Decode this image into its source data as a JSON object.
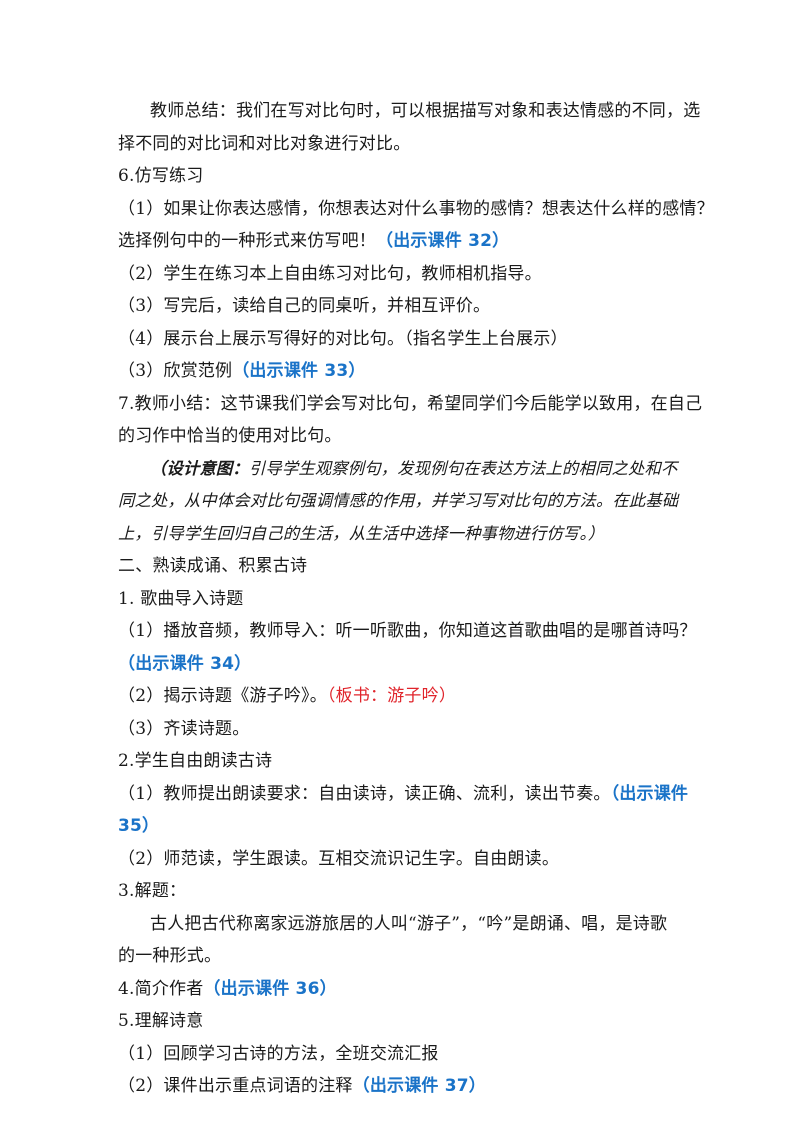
{
  "lines": {
    "l1": "教师总结：我们在写对比句时，可以根据描写对象和表达情感的不同，选",
    "l2": "择不同的对比词和对比对象进行对比。",
    "l3": "6.仿写练习",
    "l4": "（1）如果让你表达感情，你想表达对什么事物的感情？想表达什么样的感情？",
    "l5a": "选择例句中的一种形式来仿写吧！",
    "l5b": "（出示课件 32）",
    "l6": "（2）学生在练习本上自由练习对比句，教师相机指导。",
    "l7": "（3）写完后，读给自己的同桌听，并相互评价。",
    "l8": "（4）展示台上展示写得好的对比句。（指名学生上台展示）",
    "l9a": "（3）欣赏范例",
    "l9b": "（出示课件 33）",
    "l10": "7.教师小结：这节课我们学会写对比句，希望同学们今后能学以致用，在自己",
    "l11": "的习作中恰当的使用对比句。",
    "l12a": "（设计意图：",
    "l12b": "引导学生观察例句，发现例句在表达方法上的相同之处和不",
    "l13": "同之处，从中体会对比句强调情感的作用，并学习写对比句的方法。在此基础",
    "l14": "上，引导学生回归自己的生活，从生活中选择一种事物进行仿写。）",
    "l15": "二、熟读成诵、积累古诗",
    "l16": "1. 歌曲导入诗题",
    "l17": "（1）播放音频，教师导入：听一听歌曲，你知道这首歌曲唱的是哪首诗吗？",
    "l18": "（出示课件 34）",
    "l19a": "（2）揭示诗题《游子吟》。",
    "l19b": "（板书：游子吟）",
    "l20": "（3）齐读诗题。",
    "l21": "2.学生自由朗读古诗",
    "l22a": "（1）教师提出朗读要求：自由读诗，读正确、流利，读出节奏。",
    "l22b": "（出示课件",
    "l23": "35）",
    "l24": "（2）师范读，学生跟读。互相交流识记生字。自由朗读。",
    "l25": "3.解题：",
    "l26": "古人把古代称离家远游旅居的人叫“游子”，“吟”是朗诵、唱，是诗歌",
    "l27": "的一种形式。",
    "l28a": "4.简介作者",
    "l28b": "（出示课件 36）",
    "l29": "5.理解诗意",
    "l30": "（1）回顾学习古诗的方法，全班交流汇报",
    "l31a": "（2）课件出示重点词语的注释",
    "l31b": "（出示课件 37）"
  },
  "colors": {
    "text": "#1a1a1a",
    "courseware_blue": "#1a73c8",
    "board_red": "#e0242b"
  }
}
